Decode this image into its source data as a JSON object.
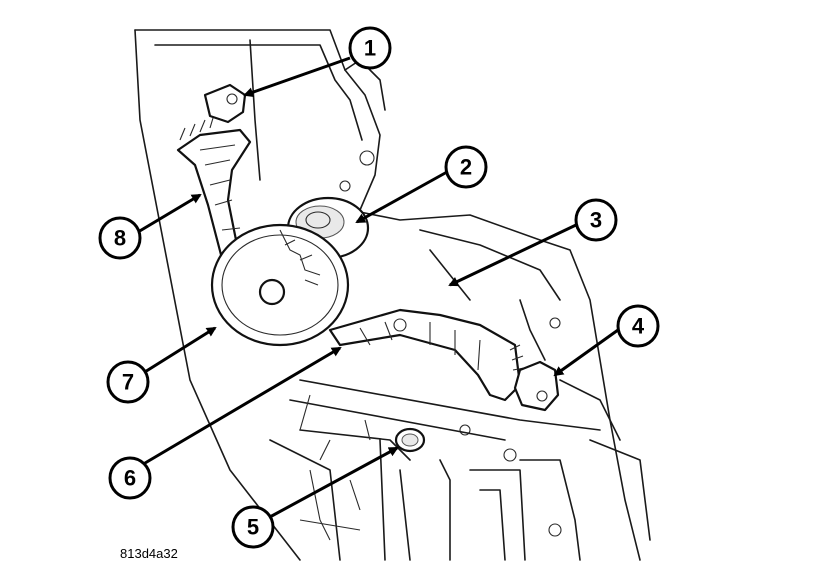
{
  "figure_id": "813d4a32",
  "callouts": [
    "1",
    "2",
    "3",
    "4",
    "5",
    "6",
    "7",
    "8"
  ]
}
